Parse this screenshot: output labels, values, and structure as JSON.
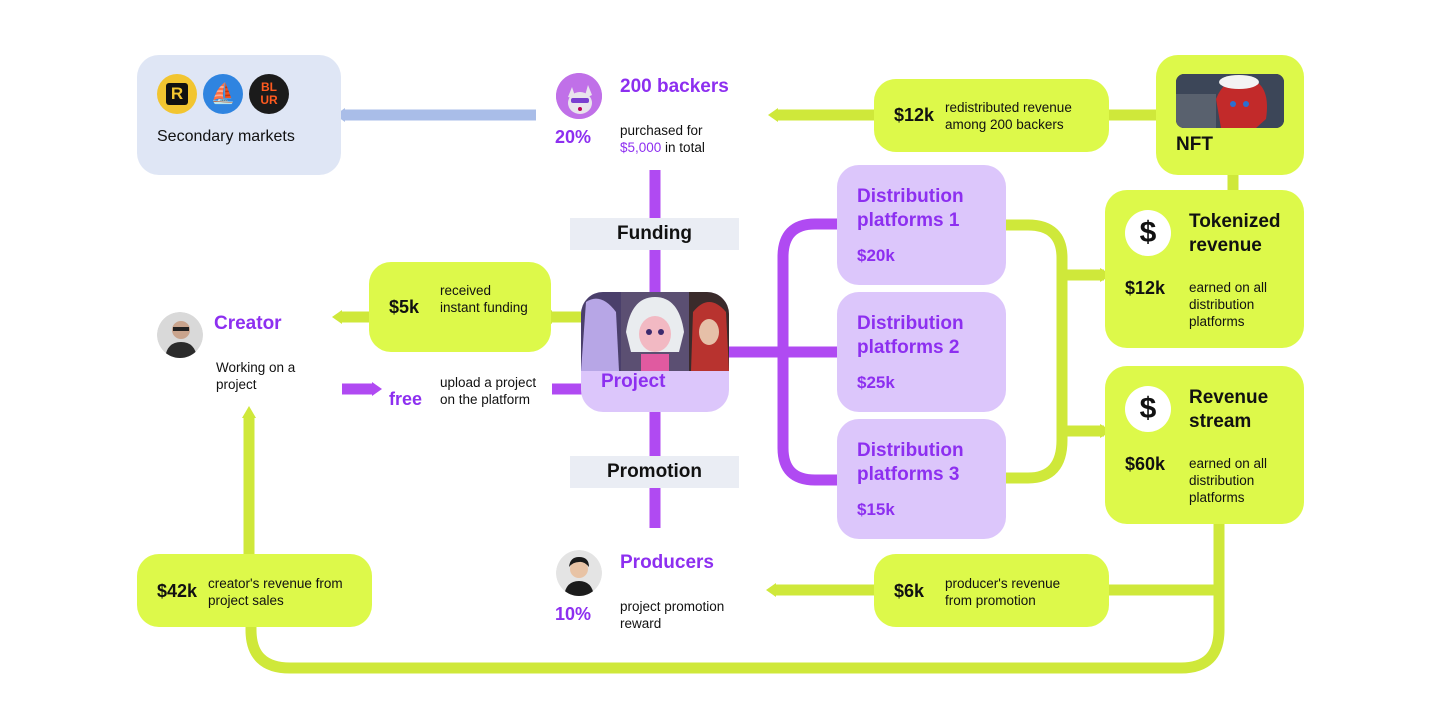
{
  "secondary_markets": {
    "label": "Secondary markets",
    "logos": [
      {
        "name": "rarible-logo",
        "glyph": "R",
        "color": "#f2c530"
      },
      {
        "name": "opensea-logo",
        "glyph": "⛵",
        "color": "#2f84e0"
      },
      {
        "name": "blur-logo",
        "glyph": "BL UR",
        "color": "#1b1b1b"
      }
    ]
  },
  "backers": {
    "title": "200 backers",
    "percent": "20%",
    "line1": "purchased for",
    "amount": "$5,000",
    "line2": " in total"
  },
  "redistributed": {
    "amount": "$12k",
    "text": "redistributed revenue among 200 backers"
  },
  "nft": {
    "label": "NFT"
  },
  "funding_label": "Funding",
  "promotion_label": "Promotion",
  "creator": {
    "title": "Creator",
    "text": "Working on a project"
  },
  "received": {
    "amount": "$5k",
    "text": "received instant funding"
  },
  "upload": {
    "amount": "free",
    "text": "upload a project on the platform"
  },
  "project": {
    "label": "Project"
  },
  "distribution": [
    {
      "title": "Distribution platforms 1",
      "value": "$20k"
    },
    {
      "title": "Distribution platforms 2",
      "value": "$25k"
    },
    {
      "title": "Distribution platforms 3",
      "value": "$15k"
    }
  ],
  "tokenized": {
    "symbol": "$",
    "title": "Tokenized revenue",
    "amount": "$12k",
    "text": "earned on all distribution platforms"
  },
  "revenue_stream": {
    "symbol": "$",
    "title": "Revenue stream",
    "amount": "$60k",
    "text": "earned on all distribution platforms"
  },
  "producers": {
    "title": "Producers",
    "percent": "10%",
    "text": "project promotion reward"
  },
  "producer_revenue": {
    "amount": "$6k",
    "text": "producer's revenue from promotion"
  },
  "creator_revenue": {
    "amount": "$42k",
    "text": "creator's revenue from project sales"
  },
  "colors": {
    "lime": "#ddf94a",
    "lime_line": "#cfe83a",
    "purple": "#8d2ff0",
    "purple_line": "#b04af2",
    "lavender": "#dcc6fb",
    "blue": "#dfe6f5",
    "blue_line": "#a9bde8"
  }
}
